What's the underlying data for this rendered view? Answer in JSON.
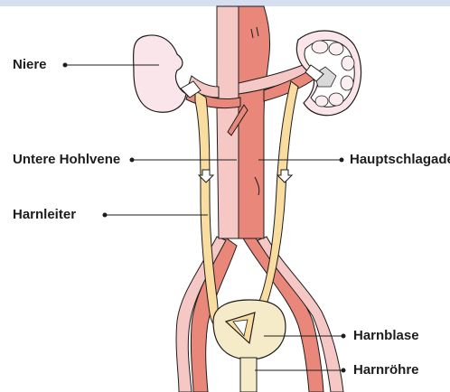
{
  "labels": {
    "kidney": "Niere",
    "vena_cava": "Untere Hohlvene",
    "ureter": "Harnleiter",
    "aorta": "Hauptschlagader",
    "bladder": "Harnblase",
    "urethra": "Harnröhre"
  },
  "colors": {
    "header_bar": "#d6dff0",
    "kidney": "#f9e5ea",
    "vein": "#f5c8c5",
    "artery": "#e8877a",
    "ureter": "#f8dca0",
    "bladder": "#f6ebc8",
    "outline": "#1d1d1b"
  },
  "icons": [
    "urine-flow-arrow-icon"
  ]
}
